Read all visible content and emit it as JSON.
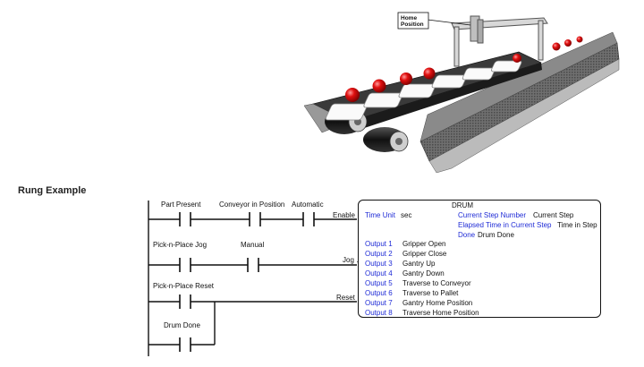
{
  "illustration": {
    "callout": [
      "Home",
      "Position"
    ]
  },
  "section": {
    "title": "Rung Example"
  },
  "ladder": {
    "contacts": [
      {
        "label": "Part Present"
      },
      {
        "label": "Conveyor in Position"
      },
      {
        "label": "Automatic"
      },
      {
        "label": "Pick-n-Place Jog"
      },
      {
        "label": "Manual"
      },
      {
        "label": "Pick-n-Place Reset"
      },
      {
        "label": "Drum Done"
      }
    ],
    "inputs": {
      "enable": "Enable",
      "jog": "Jog",
      "reset": "Reset"
    }
  },
  "drum": {
    "title": "DRUM",
    "time_unit_label": "Time Unit",
    "time_unit_value": "sec",
    "current_step_label": "Current Step Number",
    "current_step_value": "Current Step",
    "elapsed_label": "Elapsed Time in Current Step",
    "elapsed_value": "Time in Step",
    "done_label": "Done",
    "done_value": "Drum Done",
    "outputs": [
      {
        "label": "Output 1",
        "value": "Gripper Open"
      },
      {
        "label": "Output 2",
        "value": "Gripper Close"
      },
      {
        "label": "Output 3",
        "value": "Gantry Up"
      },
      {
        "label": "Output 4",
        "value": "Gantry Down"
      },
      {
        "label": "Output 5",
        "value": "Traverse to Conveyor"
      },
      {
        "label": "Output 6",
        "value": "Traverse to Pallet"
      },
      {
        "label": "Output 7",
        "value": "Gantry Home Position"
      },
      {
        "label": "Output 8",
        "value": "Traverse Home Position"
      }
    ]
  }
}
